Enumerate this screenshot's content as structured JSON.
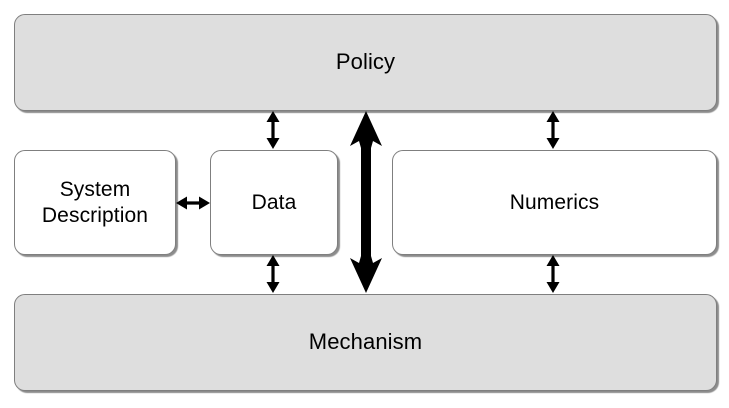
{
  "diagram": {
    "title": "Policy / Mechanism framework diagram",
    "background_color": "#ffffff",
    "band_fill_color": "#dedede",
    "cell_fill_color": "#ffffff",
    "stroke_color": "#7f7f7f",
    "arrow_color": "#000000",
    "nodes": [
      {
        "id": "policy",
        "label": "Policy",
        "kind": "band"
      },
      {
        "id": "system",
        "label": "System\nDescription",
        "kind": "cell"
      },
      {
        "id": "data",
        "label": "Data",
        "kind": "cell"
      },
      {
        "id": "numerics",
        "label": "Numerics",
        "kind": "cell"
      },
      {
        "id": "mechanism",
        "label": "Mechanism",
        "kind": "band"
      }
    ],
    "connections": [
      {
        "id": "policy-data",
        "from": "Policy",
        "to": "Data",
        "direction": "bidirectional",
        "weight": "thin"
      },
      {
        "id": "policy-numerics",
        "from": "Policy",
        "to": "Numerics",
        "direction": "bidirectional",
        "weight": "thin"
      },
      {
        "id": "data-mechanism",
        "from": "Data",
        "to": "Mechanism",
        "direction": "bidirectional",
        "weight": "thin"
      },
      {
        "id": "numerics-mechanism",
        "from": "Numerics",
        "to": "Mechanism",
        "direction": "bidirectional",
        "weight": "thin"
      },
      {
        "id": "system-data",
        "from": "System Description",
        "to": "Data",
        "direction": "bidirectional",
        "weight": "thin"
      },
      {
        "id": "policy-mechanism",
        "from": "Policy",
        "to": "Mechanism",
        "direction": "bidirectional",
        "weight": "thick"
      }
    ]
  }
}
